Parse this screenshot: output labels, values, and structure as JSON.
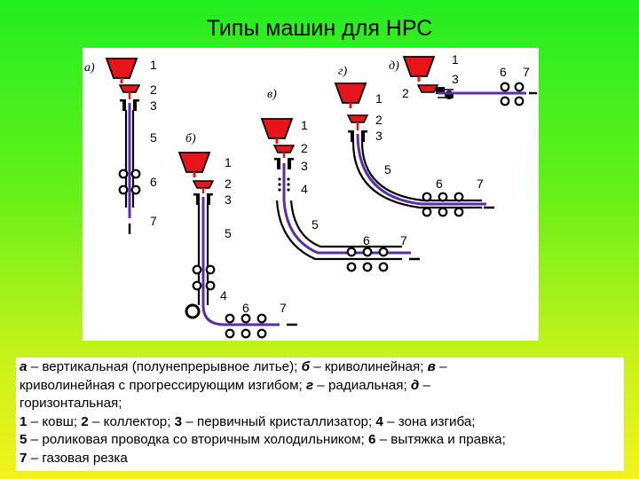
{
  "title": "Типы машин для НРС",
  "diagram": {
    "variant_labels": {
      "a": "а)",
      "b": "б)",
      "v": "в)",
      "g": "г)",
      "d": "д)"
    },
    "numbers": {
      "n1": "1",
      "n2": "2",
      "n3": "3",
      "n4": "4",
      "n5": "5",
      "n6": "6",
      "n7": "7"
    },
    "colors": {
      "ladle": "#e8141a",
      "strand": "#5a2ea6",
      "shell": "#000000",
      "background": "#ffffff"
    }
  },
  "legend": {
    "line1": {
      "a_key": "а",
      "a_text": " – вертикальная (полунепрерывное литье); ",
      "b_key": "б",
      "b_text": " – криволинейная; ",
      "v_key": "в",
      "v_text": " –"
    },
    "line2": {
      "v_text": "криволинейная с прогрессирующим изгибом; ",
      "g_key": "г",
      "g_text": " – радиальная; ",
      "d_key": "д",
      "d_text": " –"
    },
    "line3": {
      "text": "горизонтальная;"
    },
    "line4": {
      "k1": "1",
      "t1": " – ковш; ",
      "k2": "2",
      "t2": " – коллектор; ",
      "k3": "3",
      "t3": " – первичный кристаллизатор; ",
      "k4": "4",
      "t4": " – зона изгиба;"
    },
    "line5": {
      "k5": "5",
      "t5": " – роликовая проводка со вторичным холодильником; ",
      "k6": "6",
      "t6": " – вытяжка и правка;"
    },
    "line6": {
      "k7": "7",
      "t7": " – газовая резка"
    }
  }
}
